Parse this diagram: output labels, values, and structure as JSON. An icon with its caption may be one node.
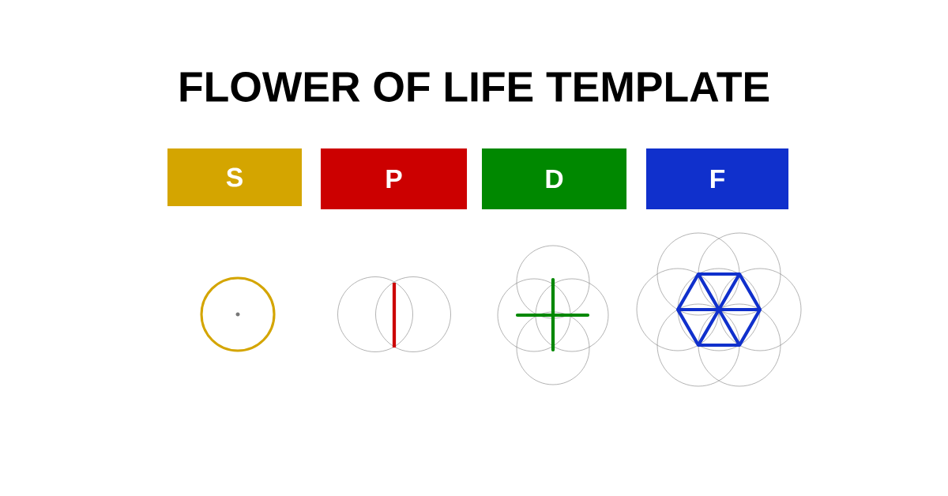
{
  "diagram": {
    "title": "FLOWER OF LIFE TEMPLATE",
    "nodes": [
      {
        "text": [
          "S"
        ]
      },
      {
        "text": [
          "P"
        ]
      },
      {
        "text": [
          "D"
        ]
      },
      {
        "text": [
          "F"
        ]
      }
    ]
  }
}
